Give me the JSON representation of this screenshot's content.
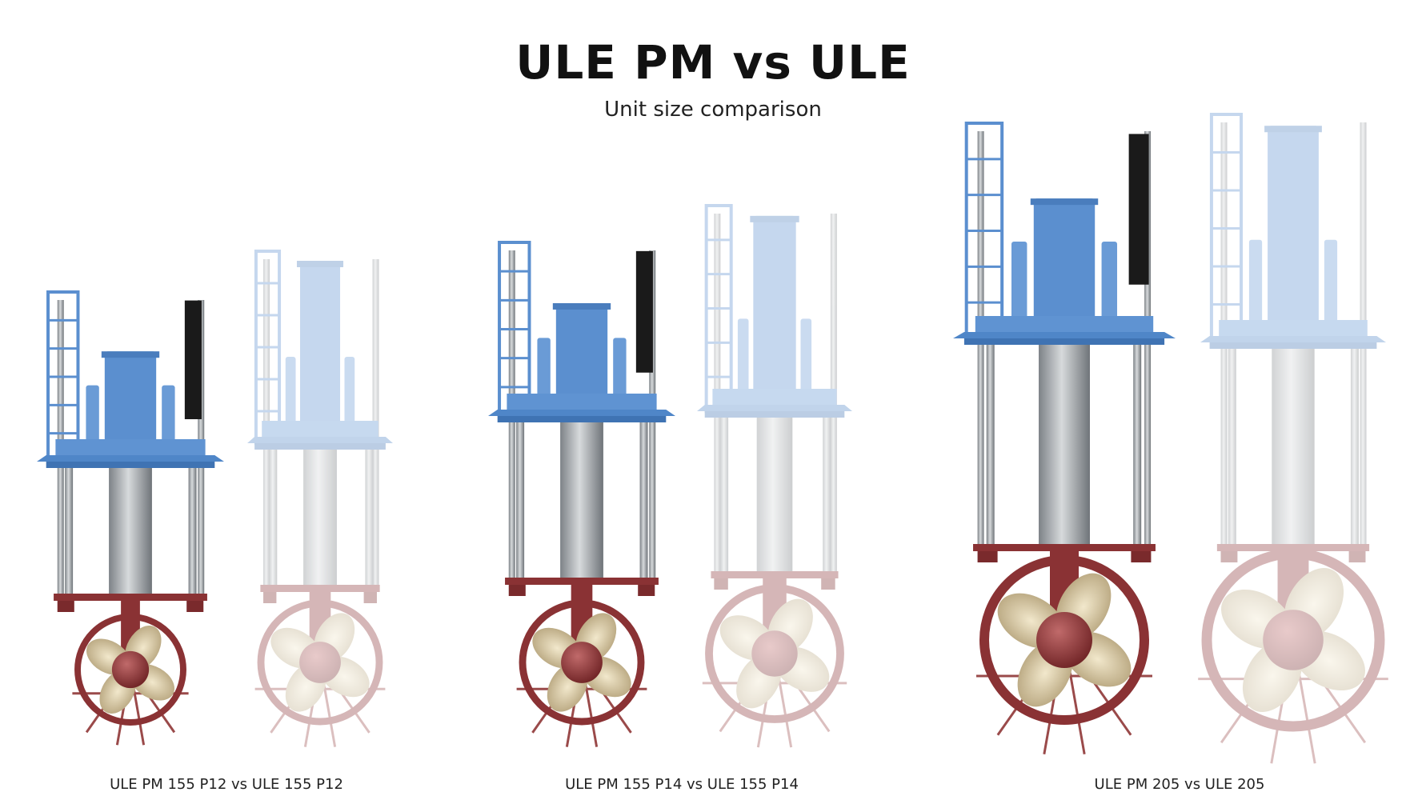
{
  "header": {
    "title": "ULE PM vs ULE",
    "subtitle": "Unit size comparison"
  },
  "comparisons": [
    {
      "label": "ULE PM 155 P12 vs ULE 155 P12"
    },
    {
      "label": "ULE PM 155 P14 vs ULE 155 P14"
    },
    {
      "label": "ULE PM 205 vs ULE 205"
    }
  ],
  "colors": {
    "motor_blue": "#5b8fcf",
    "shaft_grey": "#9a9fa4",
    "flange_red": "#8a3234",
    "propeller_bronze": "#d8c9a0"
  }
}
